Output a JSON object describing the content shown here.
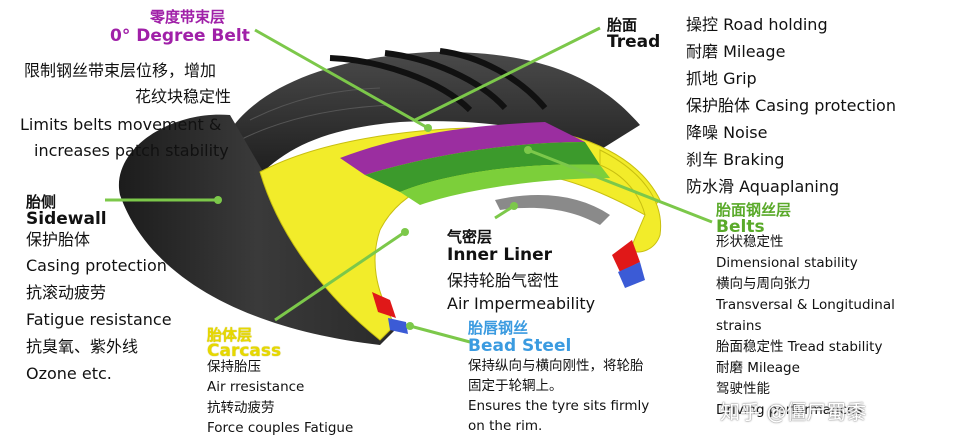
{
  "labels": {
    "zero_degree_belt": {
      "title_cn": "零度带束层",
      "title_en": "0° Degree Belt",
      "desc": [
        "限制钢丝带束层位移，增加",
        "花纹块稳定性",
        "Limits belts movement &",
        "increases patch stability"
      ]
    },
    "tread": {
      "title_cn": "胎面",
      "title_en": "Tread",
      "desc": [
        "操控 Road holding",
        "耐磨 Mileage",
        "抓地 Grip",
        "保护胎体 Casing protection",
        "降噪 Noise",
        "刹车 Braking",
        "防水滑 Aquaplaning"
      ]
    },
    "sidewall": {
      "title_cn": "胎侧",
      "title_en": "Sidewall",
      "desc": [
        "保护胎体",
        "Casing protection",
        "抗滚动疲劳",
        "Fatigue resistance",
        "抗臭氧、紫外线",
        "Ozone etc."
      ]
    },
    "inner_liner": {
      "title_cn": "气密层",
      "title_en": "Inner Liner",
      "desc": [
        "保持轮胎气密性",
        "Air Impermeability"
      ]
    },
    "belts": {
      "title_cn": "胎面钢丝层",
      "title_en": "Belts",
      "desc": [
        "形状稳定性",
        "Dimensional stability",
        "横向与周向张力",
        "Transversal & Longitudinal",
        "strains",
        "胎面稳定性 Tread stability",
        "耐磨 Mileage",
        "驾驶性能",
        "Driving performances"
      ]
    },
    "carcass": {
      "title_cn": "胎体层",
      "title_en": "Carcass",
      "desc": [
        "保持胎压",
        "Air rresistance",
        "抗转动疲劳",
        "Force couples Fatigue"
      ]
    },
    "bead_steel": {
      "title_cn": "胎唇钢丝",
      "title_en": "Bead Steel",
      "desc": [
        "保持纵向与横向刚性，将轮胎",
        "固定于轮辋上。",
        "Ensures the tyre sits firmly",
        "on the rim."
      ]
    }
  },
  "watermark": "知乎 @僵尸蜀黍",
  "colors": {
    "purple": "#a020a8",
    "green": "#5aaa2a",
    "yellow": "#e6d800",
    "blue": "#3b9be0",
    "leader": "#7cc84a",
    "rubber": "#2b2b2b",
    "carcass": "#f2ec2a",
    "belt_purple": "#9b2ea0",
    "belt_green": "#3c9a2c",
    "bead_red": "#e01818",
    "liner_gray": "#8a8a8a"
  }
}
